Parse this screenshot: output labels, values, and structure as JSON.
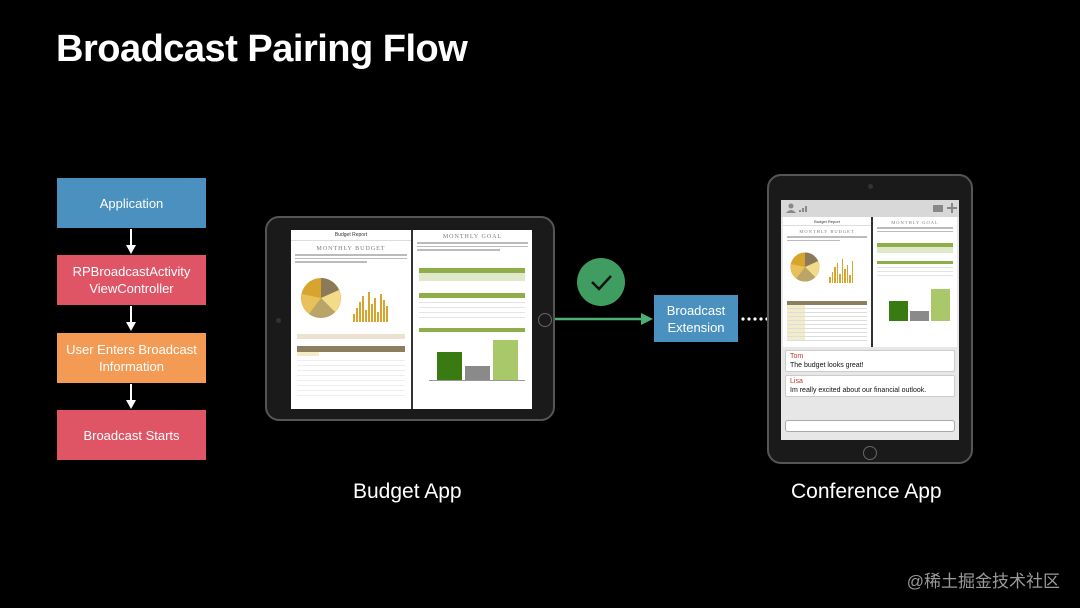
{
  "title": "Broadcast Pairing Flow",
  "flow": [
    {
      "label": "Application",
      "color": "#4a91c0"
    },
    {
      "label": "RPBroadcastActivity\nViewController",
      "color": "#e05566"
    },
    {
      "label": "User Enters Broadcast\nInformation",
      "color": "#f39a55"
    },
    {
      "label": "Broadcast Starts",
      "color": "#e05566"
    }
  ],
  "budget_app": {
    "label": "Budget App",
    "left_pane": {
      "header": "Budget Report",
      "doc_title": "MONTHLY BUDGET"
    },
    "right_pane": {
      "doc_title": "MONTHLY GOAL"
    }
  },
  "check_icon": "checkmark-circle-icon",
  "broadcast_extension": {
    "label": "Broadcast\nExtension",
    "color": "#4a91c0"
  },
  "conference_app": {
    "label": "Conference App",
    "left_pane": {
      "header": "Budget Report",
      "doc_title": "MONTHLY BUDGET"
    },
    "right_pane": {
      "doc_title": "MONTHLY GOAL"
    },
    "chat": [
      {
        "name": "Tom",
        "message": "The budget looks great!"
      },
      {
        "name": "Lisa",
        "message": "Im really excited about our financial outlook."
      }
    ]
  },
  "watermark": "@稀土掘金技术社区",
  "colors": {
    "accent_green": "#3f9d62",
    "arrow_green": "#4caf73",
    "chart_gold": "#d7a52e",
    "chart_green": "#3a7a12"
  }
}
